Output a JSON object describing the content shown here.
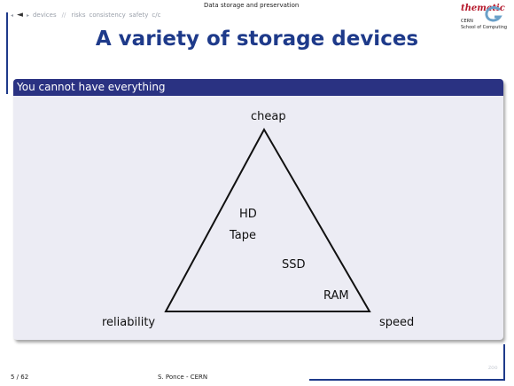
{
  "nav": {
    "items": [
      "devices",
      "//",
      "risks",
      "consistency",
      "safety",
      "c/c"
    ]
  },
  "section": "Data storage and preservation",
  "logo": {
    "word": "thematic",
    "line1": "CERN",
    "line2": "School of Computing"
  },
  "title": "A variety of storage devices",
  "block": {
    "header": "You cannot have everything",
    "vertices": {
      "top": "cheap",
      "left": "reliability",
      "right": "speed"
    },
    "items": [
      "HD",
      "Tape",
      "SSD",
      "RAM"
    ]
  },
  "footer": {
    "page": "5 / 62",
    "author": "S. Ponce - CERN",
    "corner": "zoo"
  },
  "colors": {
    "accent": "#1e3a8a",
    "block_header": "#2a3282",
    "block_body": "#ececf4"
  }
}
